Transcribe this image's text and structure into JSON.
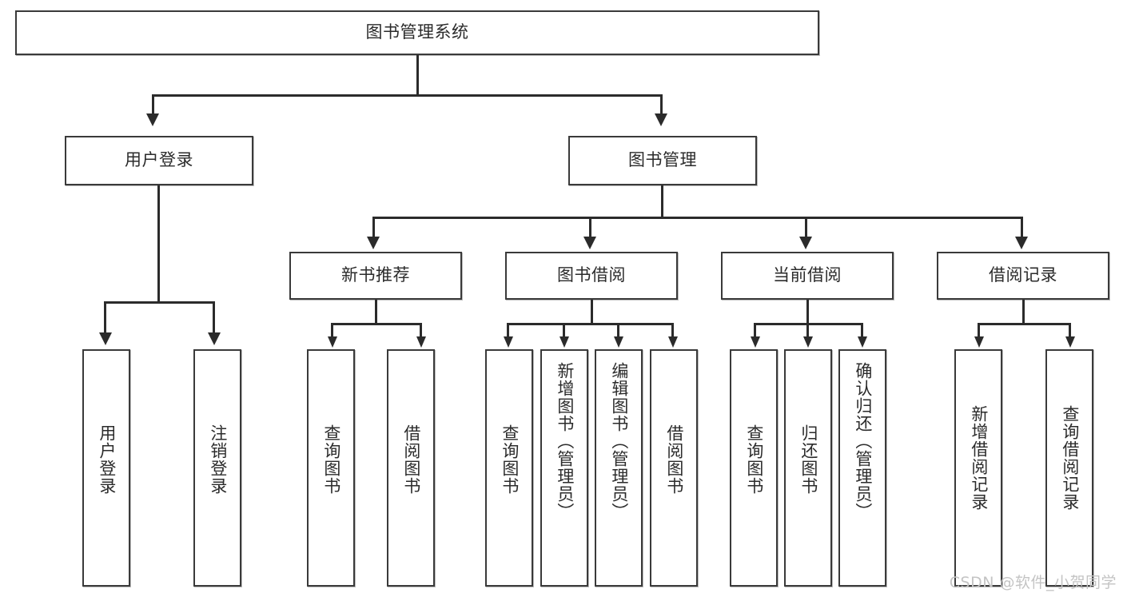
{
  "diagram": {
    "type": "hierarchy-tree",
    "title": "图书管理系统",
    "watermark": "CSDN @软件_小贺同学",
    "root": {
      "label": "图书管理系统"
    },
    "level2": [
      {
        "label": "用户登录"
      },
      {
        "label": "图书管理"
      }
    ],
    "level3": [
      {
        "label": "新书推荐"
      },
      {
        "label": "图书借阅"
      },
      {
        "label": "当前借阅"
      },
      {
        "label": "借阅记录"
      }
    ],
    "leaves": {
      "user_login": [
        {
          "label": "用户登录"
        },
        {
          "label": "注销登录"
        }
      ],
      "new_book_recommend": [
        {
          "label": "查询图书"
        },
        {
          "label": "借阅图书"
        }
      ],
      "book_borrow": [
        {
          "label": "查询图书"
        },
        {
          "label": "新增图书（管理员）"
        },
        {
          "label": "编辑图书（管理员）"
        },
        {
          "label": "借阅图书"
        }
      ],
      "current_borrow": [
        {
          "label": "查询图书"
        },
        {
          "label": "归还图书"
        },
        {
          "label": "确认归还（管理员）"
        }
      ],
      "borrow_record": [
        {
          "label": "新增借阅记录"
        },
        {
          "label": "查询借阅记录"
        }
      ]
    },
    "colors": {
      "stroke": "#2b2b2b",
      "box_border": "#3a3a3a",
      "background": "#ffffff",
      "text": "#2b2b2b",
      "watermark": "#c4c4c4"
    }
  }
}
